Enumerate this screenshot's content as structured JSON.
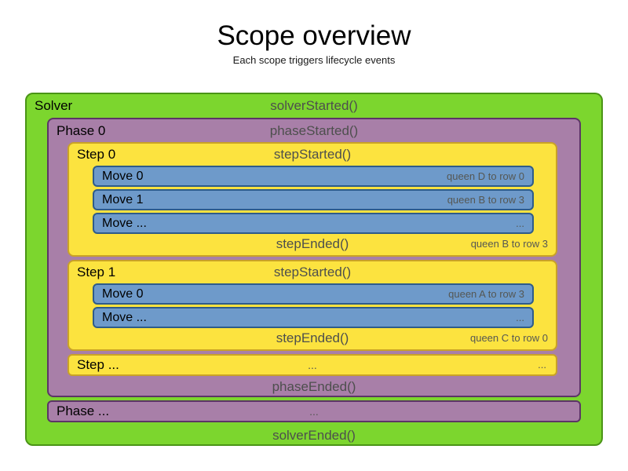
{
  "title": "Scope overview",
  "subtitle": "Each scope triggers lifecycle events",
  "colors": {
    "solver_fill": "#7CD62E",
    "solver_border": "#4A9416",
    "phase_fill": "#A87FA8",
    "phase_border": "#5C3566",
    "step_fill": "#FCE33F",
    "step_border": "#C9A227",
    "move_fill": "#6E9ACA",
    "move_border": "#2E5C8A",
    "label_text": "#000000",
    "event_text": "#4D4F4D",
    "note_text": "#555753"
  },
  "solver": {
    "label": "Solver",
    "started": "solverStarted()",
    "ended": "solverEnded()",
    "phases": [
      {
        "label": "Phase 0",
        "started": "phaseStarted()",
        "ended": "phaseEnded()",
        "steps": [
          {
            "label": "Step 0",
            "started": "stepStarted()",
            "ended": "stepEnded()",
            "ended_note": "queen B to row 3",
            "moves": [
              {
                "label": "Move 0",
                "note": "queen D to row 0"
              },
              {
                "label": "Move 1",
                "note": "queen B to row 3"
              },
              {
                "label": "Move ...",
                "note": "..."
              }
            ]
          },
          {
            "label": "Step 1",
            "started": "stepStarted()",
            "ended": "stepEnded()",
            "ended_note": "queen C to row 0",
            "moves": [
              {
                "label": "Move 0",
                "note": "queen A to row 3"
              },
              {
                "label": "Move ...",
                "note": "..."
              }
            ]
          },
          {
            "label": "Step ...",
            "center": "...",
            "right": "..."
          }
        ]
      },
      {
        "label": "Phase ...",
        "center": "..."
      }
    ]
  }
}
